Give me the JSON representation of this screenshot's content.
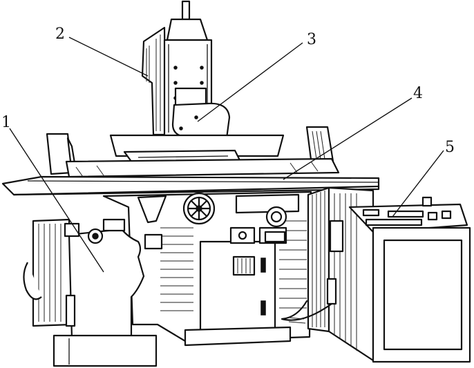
{
  "callouts": [
    {
      "id": "1",
      "text": "1"
    },
    {
      "id": "2",
      "text": "2"
    },
    {
      "id": "3",
      "text": "3"
    },
    {
      "id": "4",
      "text": "4"
    },
    {
      "id": "5",
      "text": "5"
    }
  ],
  "colors": {
    "ink": "#111111",
    "paper": "#ffffff"
  }
}
